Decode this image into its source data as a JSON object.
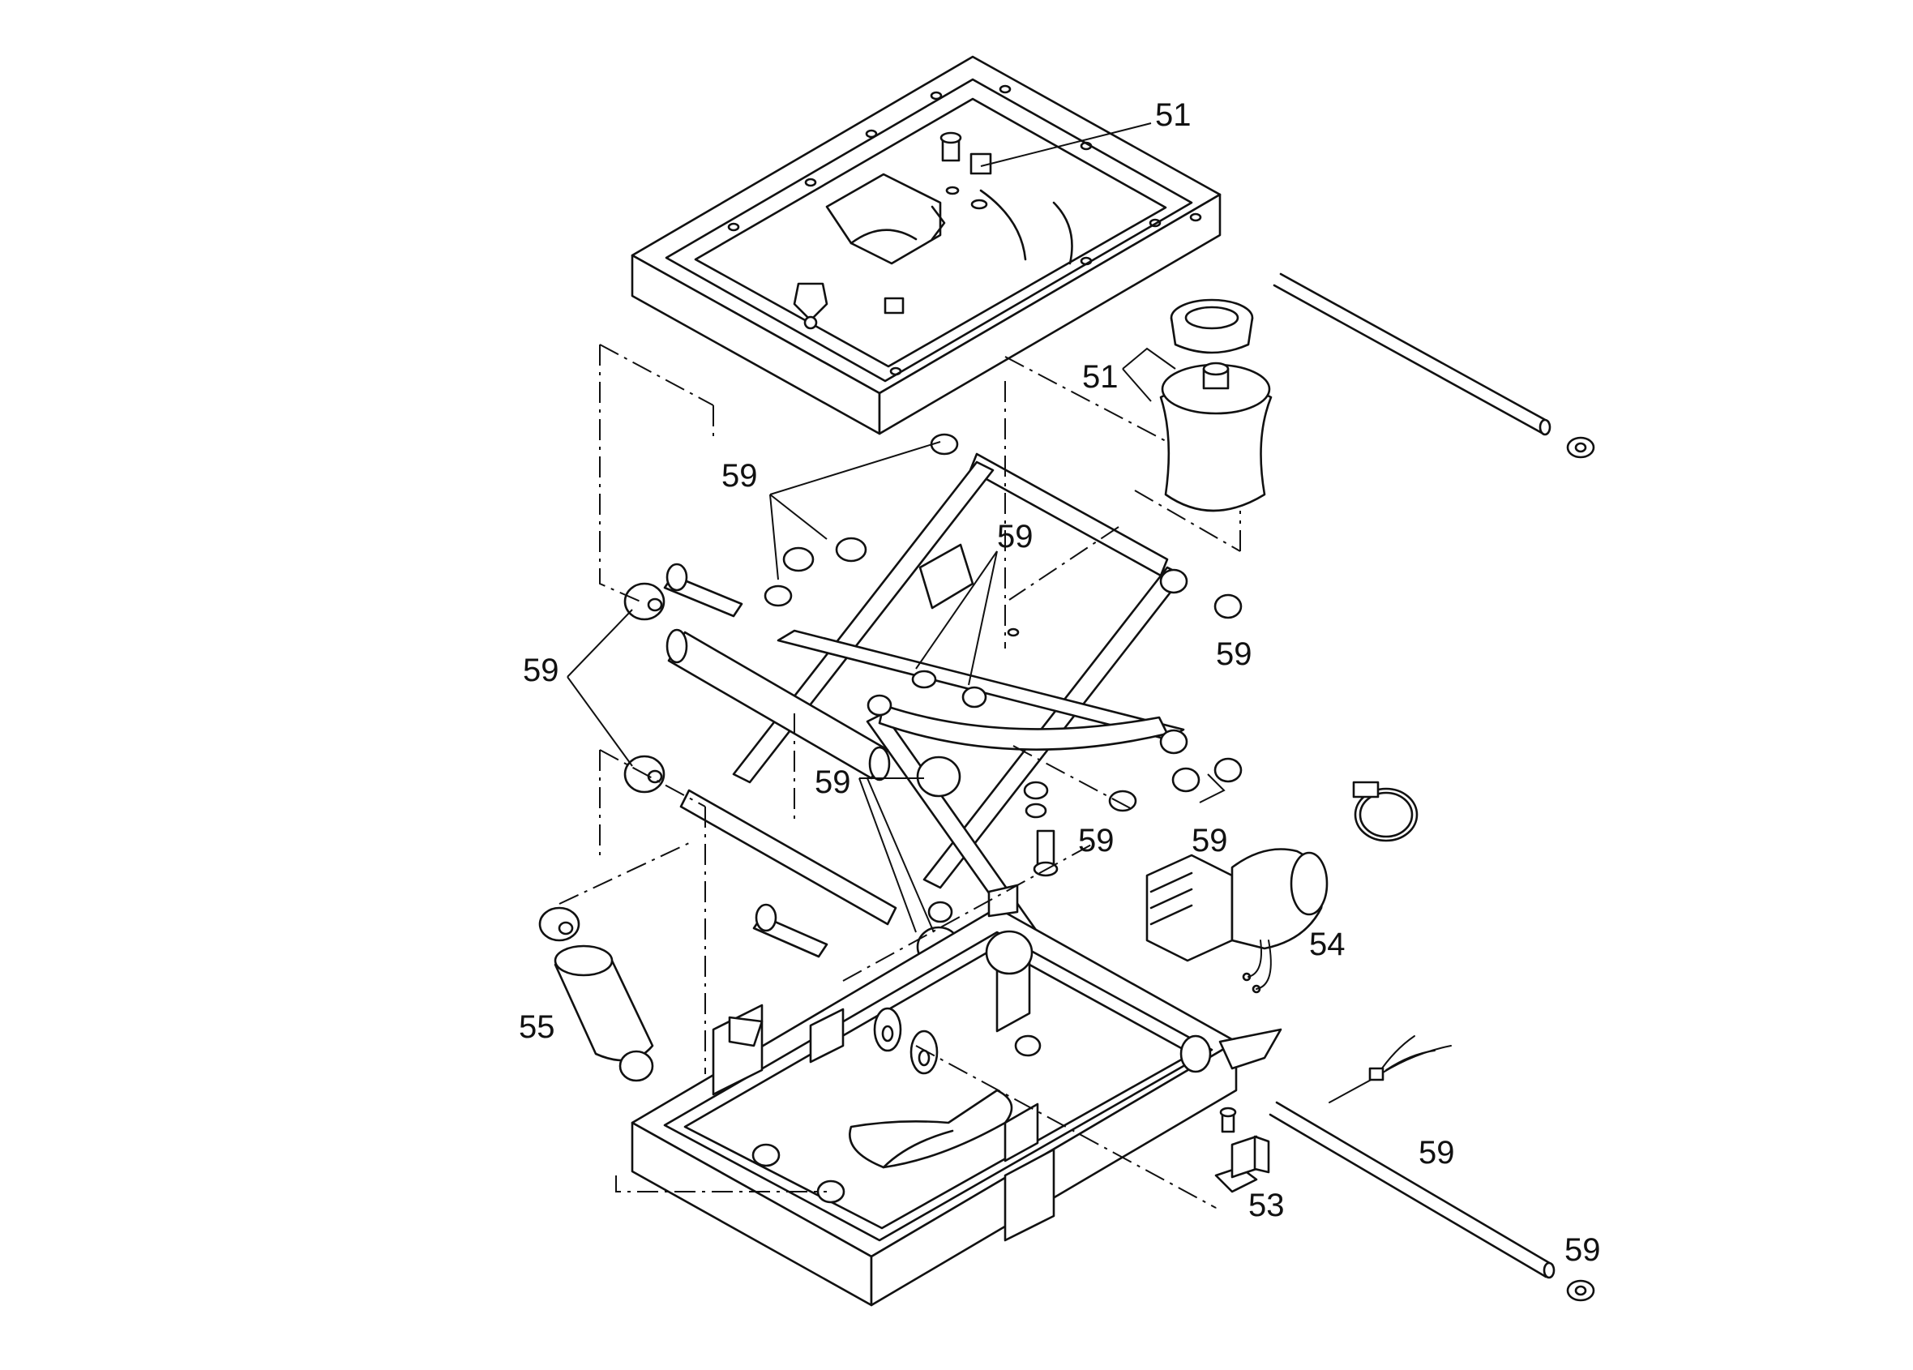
{
  "colors": {
    "ink": "#111111",
    "paper": "#ffffff"
  },
  "diagram": {
    "callouts": [
      {
        "id": "51-top",
        "text": "51"
      },
      {
        "id": "51-bellows",
        "text": "51"
      },
      {
        "id": "59-upper-left",
        "text": "59"
      },
      {
        "id": "59-center",
        "text": "59"
      },
      {
        "id": "59-right-upper",
        "text": "59"
      },
      {
        "id": "59-left",
        "text": "59"
      },
      {
        "id": "59-middle",
        "text": "59"
      },
      {
        "id": "59-nut",
        "text": "59"
      },
      {
        "id": "59-right-lower",
        "text": "59"
      },
      {
        "id": "54-compressor",
        "text": "54"
      },
      {
        "id": "55-damper",
        "text": "55"
      },
      {
        "id": "53-bracket",
        "text": "53"
      },
      {
        "id": "59-lower-shaft",
        "text": "59"
      },
      {
        "id": "59-washer",
        "text": "59"
      }
    ]
  }
}
